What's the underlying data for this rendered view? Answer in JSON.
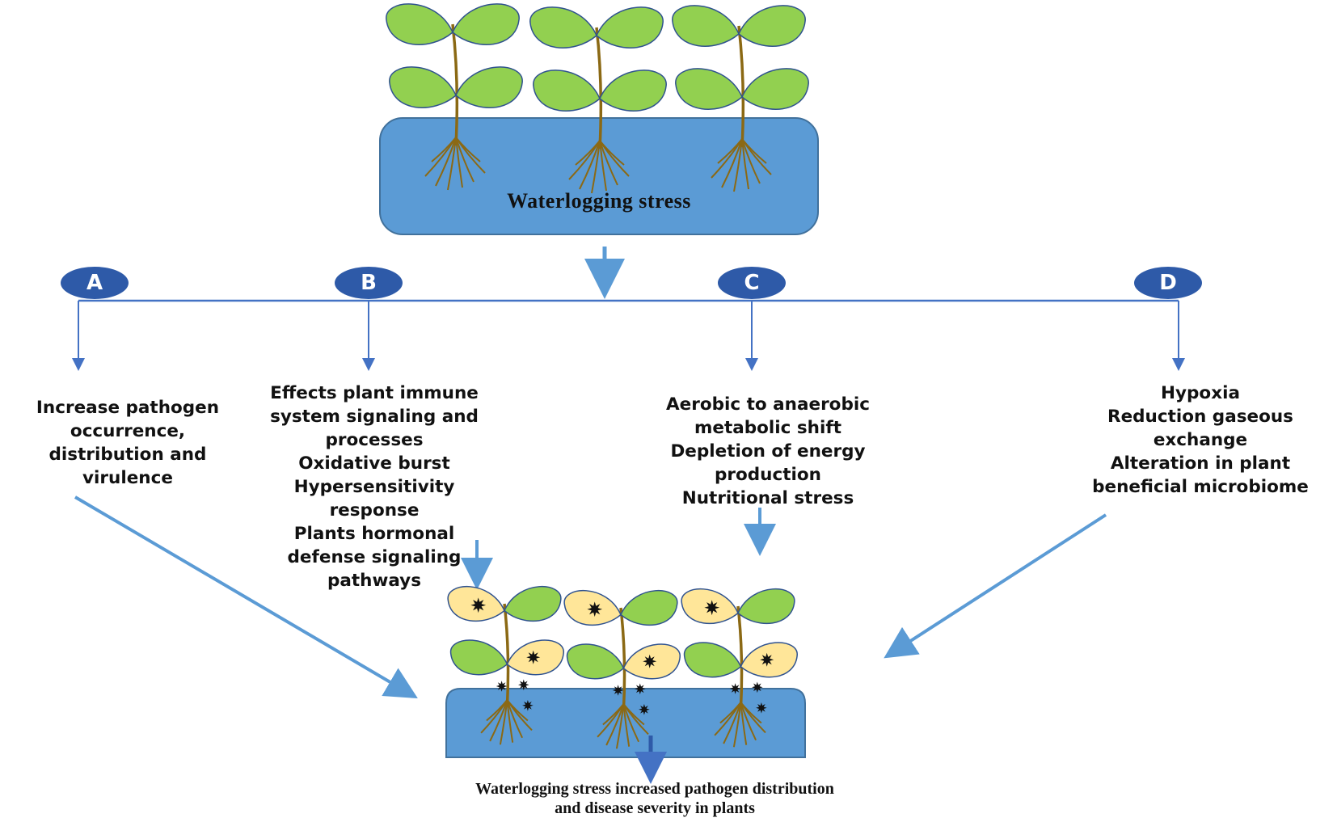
{
  "top_panel": {
    "label": "Waterlogging stress"
  },
  "branches": [
    {
      "id": "A",
      "badge": "A",
      "lines": [
        "Increase pathogen",
        "occurrence,",
        "distribution and",
        "virulence"
      ]
    },
    {
      "id": "B",
      "badge": "B",
      "lines": [
        "Effects plant immune",
        "system signaling and",
        "processes",
        "Oxidative burst",
        "Hypersensitivity",
        "response",
        "Plants hormonal",
        "defense signaling",
        "pathways"
      ]
    },
    {
      "id": "C",
      "badge": "C",
      "lines": [
        "Aerobic to anaerobic",
        "metabolic shift",
        "Depletion of energy",
        "production",
        "Nutritional stress"
      ]
    },
    {
      "id": "D",
      "badge": "D",
      "lines": [
        "Hypoxia",
        "Reduction gaseous",
        "exchange",
        "Alteration in plant",
        "beneficial microbiome"
      ]
    }
  ],
  "bottom_panel": {
    "caption_line1": "Waterlogging stress increased pathogen distribution",
    "caption_line2": "and disease severity in plants"
  },
  "colors": {
    "water": "#5b9bd5",
    "water_border": "#41719c",
    "leaf_healthy": "#92d050",
    "leaf_infected": "#ffe699",
    "stem": "#8b6914",
    "badge": "#2e5aa8",
    "line": "#4472c4",
    "arrow": "#5b9bd5",
    "pathogen": "#111111"
  }
}
